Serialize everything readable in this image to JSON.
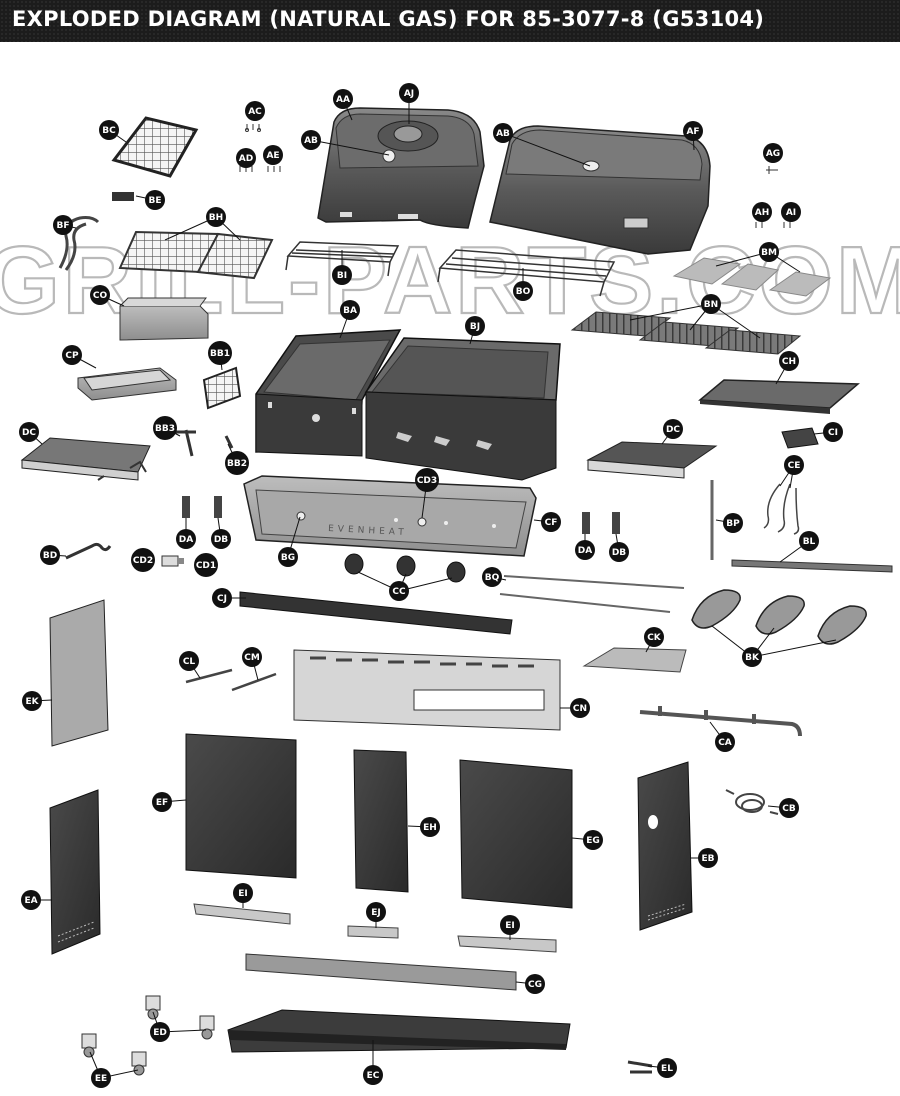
{
  "header": {
    "title": "EXPLODED DIAGRAM (NATURAL GAS) FOR 85-3077-8 (G53104)"
  },
  "watermark": "GRILL-PARTS.COM",
  "control_panel_text": "EVENHEAT",
  "labels": {
    "AA": "AA",
    "AJ": "AJ",
    "AB": "AB",
    "AF": "AF",
    "AC": "AC",
    "AD": "AD",
    "AE": "AE",
    "AG": "AG",
    "AH": "AH",
    "AI": "AI",
    "BC": "BC",
    "BE": "BE",
    "BF": "BF",
    "BH": "BH",
    "BI": "BI",
    "BO": "BO",
    "BM": "BM",
    "BN": "BN",
    "CO": "CO",
    "CP": "CP",
    "BB1": "BB1",
    "BA": "BA",
    "BJ": "BJ",
    "CH": "CH",
    "DC": "DC",
    "BB3": "BB3",
    "BB2": "BB2",
    "CI": "CI",
    "CE": "CE",
    "CD3": "CD3",
    "CF": "CF",
    "DA": "DA",
    "DB": "DB",
    "BG": "BG",
    "BP": "BP",
    "BD": "BD",
    "CD2": "CD2",
    "CD1": "CD1",
    "CC": "CC",
    "BQ": "BQ",
    "BL": "BL",
    "CJ": "CJ",
    "CK": "CK",
    "BK": "BK",
    "EK": "EK",
    "CL": "CL",
    "CM": "CM",
    "CN": "CN",
    "CA": "CA",
    "CB": "CB",
    "EF": "EF",
    "EH": "EH",
    "EG": "EG",
    "EB": "EB",
    "EA": "EA",
    "EI": "EI",
    "EJ": "EJ",
    "CG": "CG",
    "ED": "ED",
    "EE": "EE",
    "EC": "EC",
    "EL": "EL"
  }
}
